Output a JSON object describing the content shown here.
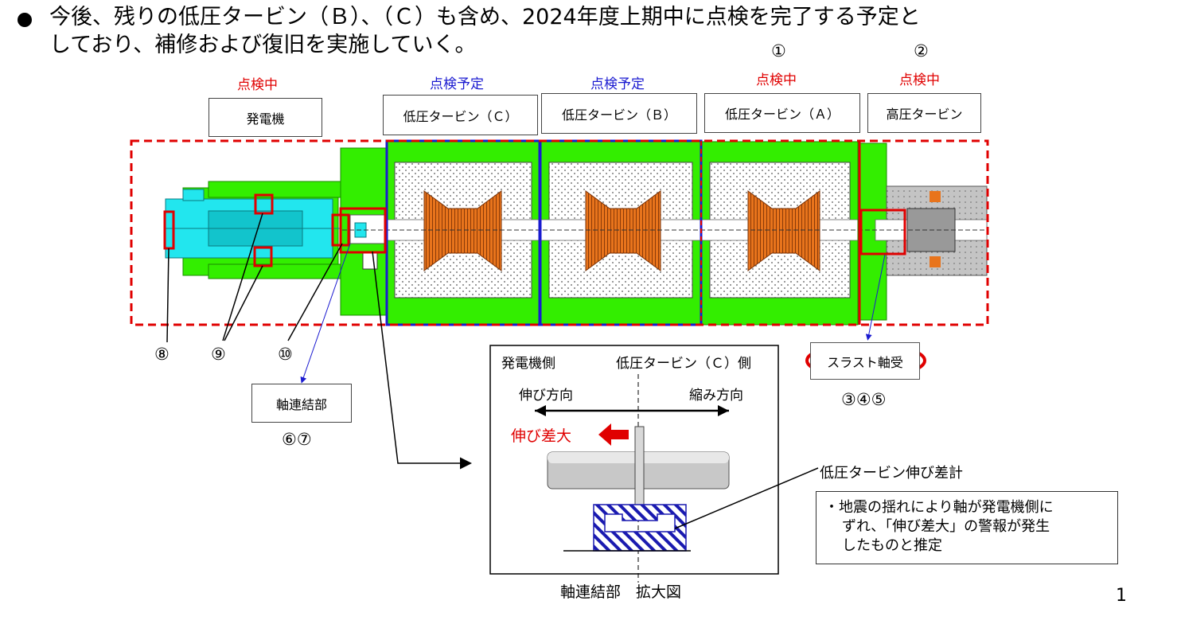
{
  "bullet": {
    "line1": "今後、残りの低圧タービン（Ｂ）、（Ｃ）も含め、2024年度上期中に点検を完了する予定と",
    "line2": "しており、補修および復旧を実施していく。"
  },
  "sections": [
    {
      "status": "点検中",
      "status_color": "#e00000",
      "label": "発電機"
    },
    {
      "status": "点検予定",
      "status_color": "#1a1ad0",
      "label": "低圧タービン（Ｃ）"
    },
    {
      "status": "点検予定",
      "status_color": "#1a1ad0",
      "label": "低圧タービン（Ｂ）"
    },
    {
      "status": "点検中",
      "status_color": "#e00000",
      "label": "低圧タービン（Ａ）",
      "marker": "①"
    },
    {
      "status": "点検中",
      "status_color": "#e00000",
      "label": "高圧タービン",
      "marker": "②"
    }
  ],
  "markers": {
    "m8": "⑧",
    "m9": "⑨",
    "m10": "⑩",
    "m67": "⑥⑦",
    "m345": "③④⑤"
  },
  "coupling_label": "軸連結部",
  "thrust_label": "スラスト軸受",
  "detail": {
    "left_label": "発電機側",
    "right_label": "低圧タービン（Ｃ）側",
    "expand_label": "伸び方向",
    "contract_label": "縮み方向",
    "warning": "伸び差大",
    "caption": "軸連結部　拡大図"
  },
  "meter_label": "低圧タービン伸び差計",
  "note": {
    "line1": "・地震の揺れにより軸が発電機側に",
    "line2": "ずれ、「伸び差大」の警報が発生",
    "line3": "したものと推定"
  },
  "page_number": "1",
  "colors": {
    "accent_red": "#e00000",
    "accent_blue": "#1a1ad0",
    "casing_green": "#33ee00",
    "generator_cyan": "#22e6ee",
    "rotor_orange": "#e8741c",
    "hp_gray": "#b8b8b8"
  }
}
